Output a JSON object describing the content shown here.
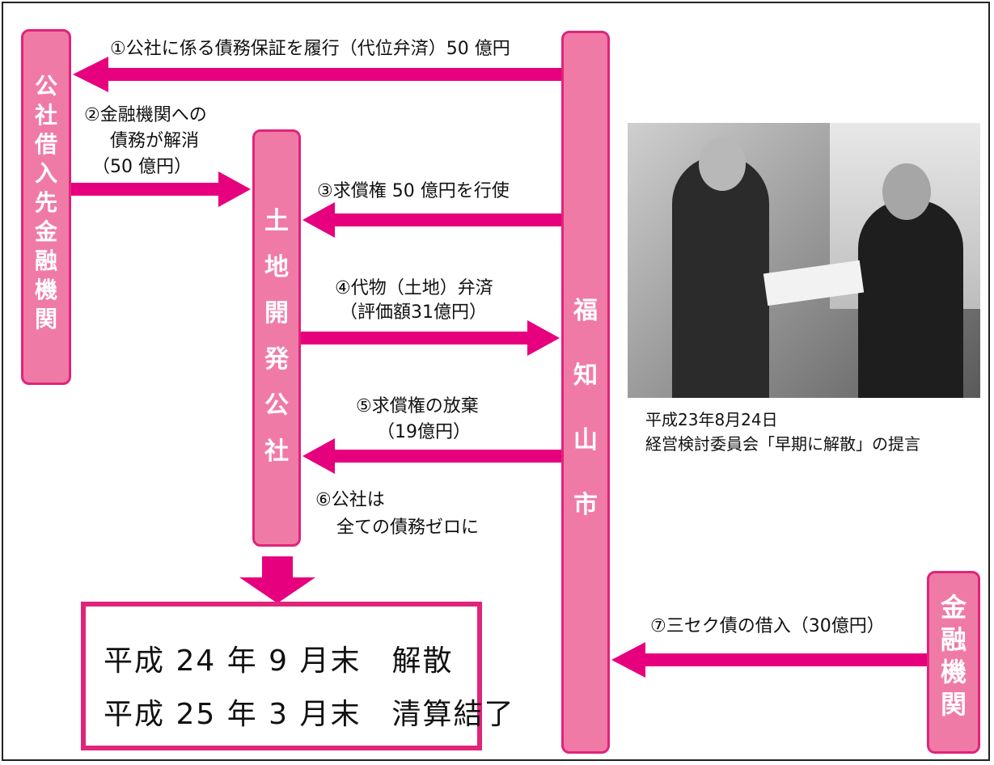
{
  "nodes": {
    "left_bank": "公社借入先金融機関",
    "kosha": "土地開発公社",
    "city": "福知山市",
    "right_bank": "金融機関"
  },
  "labels": {
    "step1": "①公社に係る債務保証を履行（代位弁済）50 億円",
    "step2_line1": "②金融機関への",
    "step2_line2": "債務が解消",
    "step2_line3": "（50 億円）",
    "step3": "③求償権 50 億円を行使",
    "step4_line1": "④代物（土地）弁済",
    "step4_line2": "（評価額31億円）",
    "step5_line1": "⑤求償権の放棄",
    "step5_line2": "（19億円）",
    "step6_line1": "⑥公社は",
    "step6_line2": "全ての債務ゼロに",
    "step7": "⑦三セク債の借入（30億円）"
  },
  "result": {
    "line1": "平成 24 年 9 月末　解散",
    "line2": "平成 25 年 3 月末　清算結了"
  },
  "photo_caption": {
    "line1": "平成23年8月24日",
    "line2": "経営検討委員会「早期に解散」の提言"
  },
  "colors": {
    "box_fill": "#f07aa6",
    "box_border": "#e0247a",
    "arrow": "#e6007e"
  }
}
